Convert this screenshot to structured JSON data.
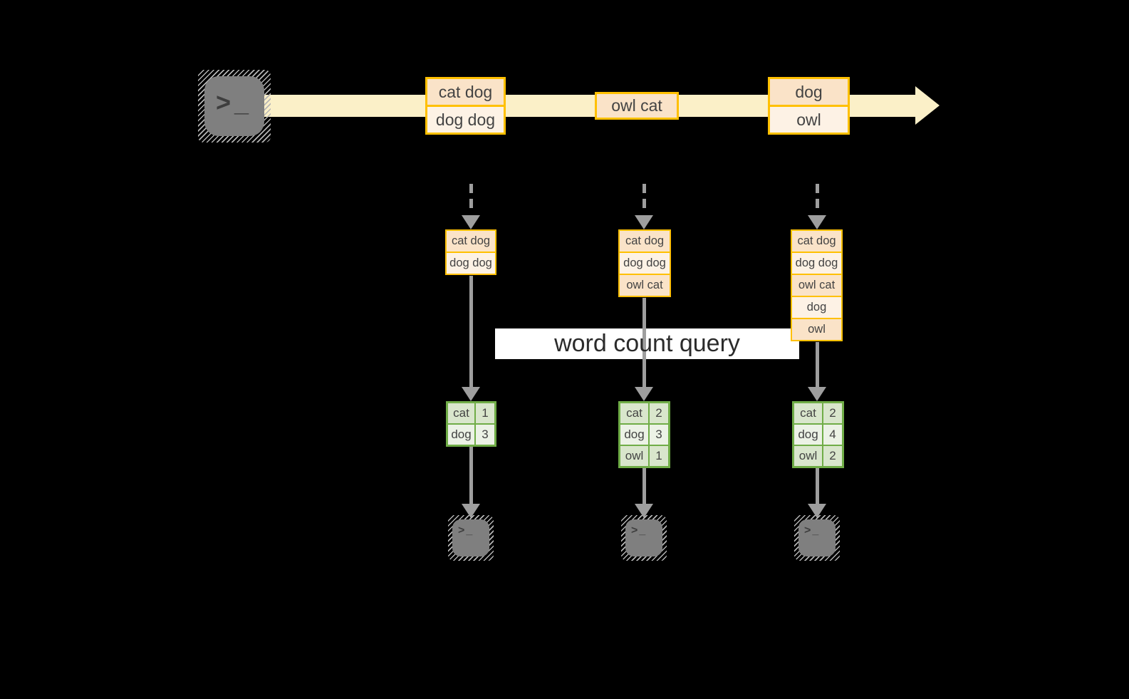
{
  "query_label": {
    "text": "word count query"
  },
  "stream": {
    "events": [
      {
        "lines": [
          "cat dog",
          "dog dog"
        ]
      },
      {
        "lines": [
          "owl cat"
        ]
      },
      {
        "lines": [
          "dog",
          "owl"
        ]
      }
    ]
  },
  "pipelines": [
    {
      "buffer": [
        "cat dog",
        "dog dog"
      ],
      "counts": [
        {
          "word": "cat",
          "count": "1"
        },
        {
          "word": "dog",
          "count": "3"
        }
      ]
    },
    {
      "buffer": [
        "cat dog",
        "dog dog",
        "owl cat"
      ],
      "counts": [
        {
          "word": "cat",
          "count": "2"
        },
        {
          "word": "dog",
          "count": "3"
        },
        {
          "word": "owl",
          "count": "1"
        }
      ]
    },
    {
      "buffer": [
        "cat dog",
        "dog dog",
        "owl cat",
        "dog",
        "owl"
      ],
      "counts": [
        {
          "word": "cat",
          "count": "2"
        },
        {
          "word": "dog",
          "count": "4"
        },
        {
          "word": "owl",
          "count": "2"
        }
      ]
    }
  ],
  "terminal": {
    "prompt": ">",
    "cursor": "_"
  },
  "colors": {
    "background": "#000000",
    "stream_band": "#FBF0C8",
    "event_border": "#FFC000",
    "event_fill_a": "#FAE3C8",
    "event_fill_b": "#FDF2E5",
    "table_border": "#70AD47",
    "table_fill_a": "#D9E6CC",
    "table_fill_b": "#ECF2E6",
    "arrow_gray": "#9E9E9E",
    "terminal_gray": "#7F7F7F",
    "terminal_glyph": "#3E3E3E",
    "text_dark": "#434343",
    "label_bg": "#FFFFFF",
    "label_text": "#2B2B2B"
  }
}
